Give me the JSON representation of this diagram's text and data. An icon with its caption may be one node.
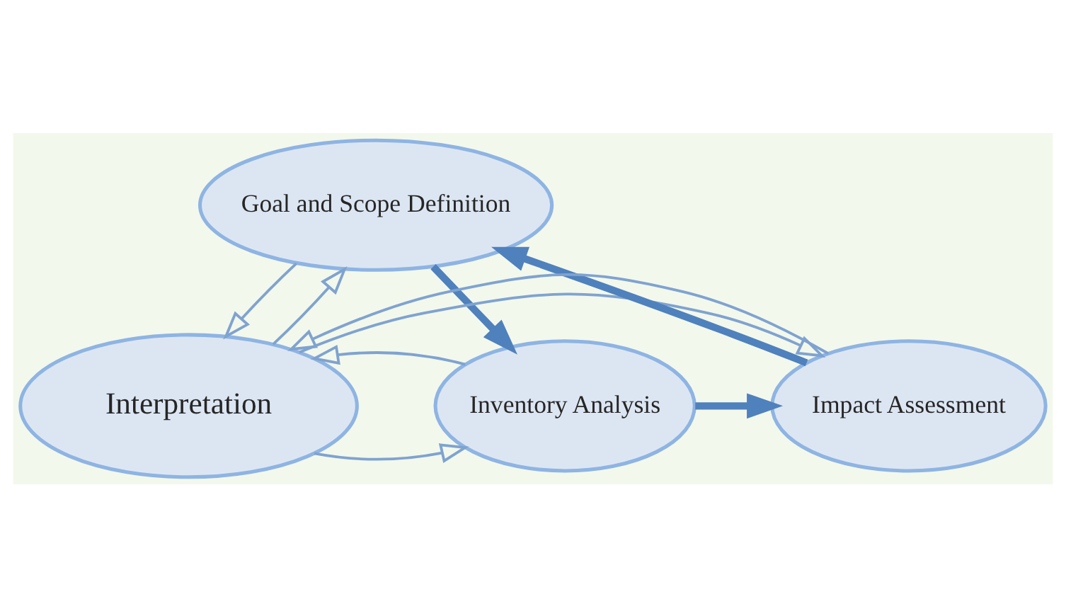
{
  "diagram": {
    "nodes": [
      {
        "text": [
          "Goal and Scope Definition"
        ]
      },
      {
        "text": [
          "Interpretation"
        ]
      },
      {
        "text": [
          "Impact Assessment"
        ]
      },
      {
        "text": [
          "Inventory Analysis"
        ]
      }
    ],
    "edges": [
      {
        "from": 0,
        "to": 3,
        "arrow": "to",
        "style": "thick",
        "color": "#4f81bd"
      },
      {
        "from": 3,
        "to": 2,
        "arrow": "to",
        "style": "thick",
        "color": "#4f81bd"
      },
      {
        "from": 2,
        "to": 0,
        "arrow": "to",
        "style": "thick",
        "color": "#4f81bd"
      },
      {
        "from": 1,
        "to": 0,
        "arrow": "to"
      },
      {
        "from": 0,
        "to": 1,
        "arrow": "to"
      },
      {
        "from": 1,
        "to": 2,
        "arrow": "to"
      },
      {
        "from": 2,
        "to": 1,
        "arrow": "to"
      },
      {
        "from": 1,
        "to": 3,
        "arrow": "to"
      },
      {
        "from": 3,
        "to": 1,
        "arrow": "to"
      }
    ]
  }
}
